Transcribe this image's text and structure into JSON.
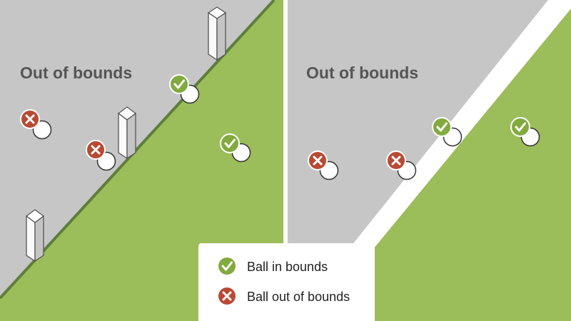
{
  "panels": [
    {
      "id": "stakes",
      "region_label": "Out of bounds",
      "boundary_marking": "white stakes"
    },
    {
      "id": "line",
      "region_label": "Out of bounds",
      "boundary_marking": "white line"
    }
  ],
  "legend": {
    "in_label": "Ball in bounds",
    "out_label": "Ball out of bounds"
  },
  "colors": {
    "out_of_bounds_area": "#c6c6c6",
    "in_bounds_area": "#9bbd5a",
    "boundary_edge": "#5e7e3b",
    "in_badge": "#82aa3e",
    "out_badge": "#b84a33",
    "ball": "#ffffff",
    "divider": "#ffffff"
  },
  "icons": {
    "in_badge": "checkmark-icon",
    "out_badge": "x-mark-icon",
    "ball": "golf-ball-icon",
    "stake": "white-stake-icon"
  }
}
